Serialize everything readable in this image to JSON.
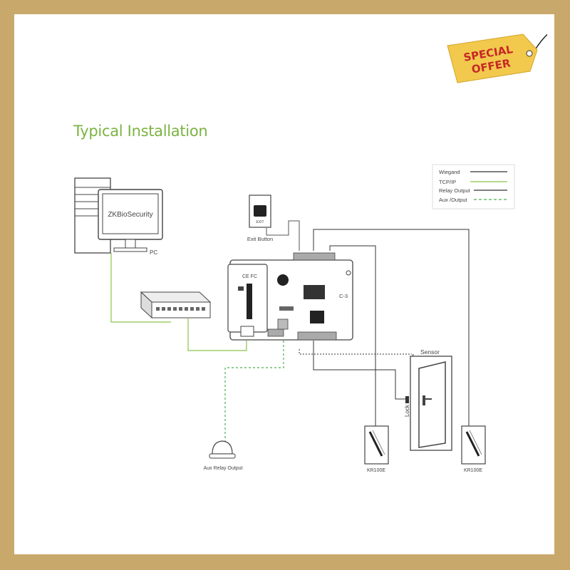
{
  "title": "Typical Installation",
  "legend": {
    "items": [
      {
        "label": "Wiegand",
        "color": "#333333",
        "style": "solid"
      },
      {
        "label": "TCP/IP",
        "color": "#8bc34a",
        "style": "solid"
      },
      {
        "label": "Relay Output",
        "color": "#333333",
        "style": "solid"
      },
      {
        "label": "Aux /Output",
        "color": "#4caf50",
        "style": "dashed"
      }
    ]
  },
  "devices": {
    "pc_screen_text": "ZKBioSecurity",
    "pc_label": "PC",
    "exit_button_label": "Exit Button",
    "exit_button_face": "EXIT",
    "controller_label": "C-3",
    "sensor_label": "Sensor",
    "lock_label": "Lock",
    "aux_relay_label": "Aux Relay Output",
    "reader_left_label": "KR100E",
    "reader_right_label": "KR100E",
    "cert_mark": "CE FC"
  },
  "badge": {
    "line1": "SPECIAL",
    "line2": "OFFER",
    "bg": "#f2c94c",
    "text_color": "#c62828"
  },
  "colors": {
    "frame": "#c9a86c",
    "title": "#7cb342",
    "tcpip": "#8bc34a",
    "aux": "#4caf50",
    "wire": "#333333"
  }
}
